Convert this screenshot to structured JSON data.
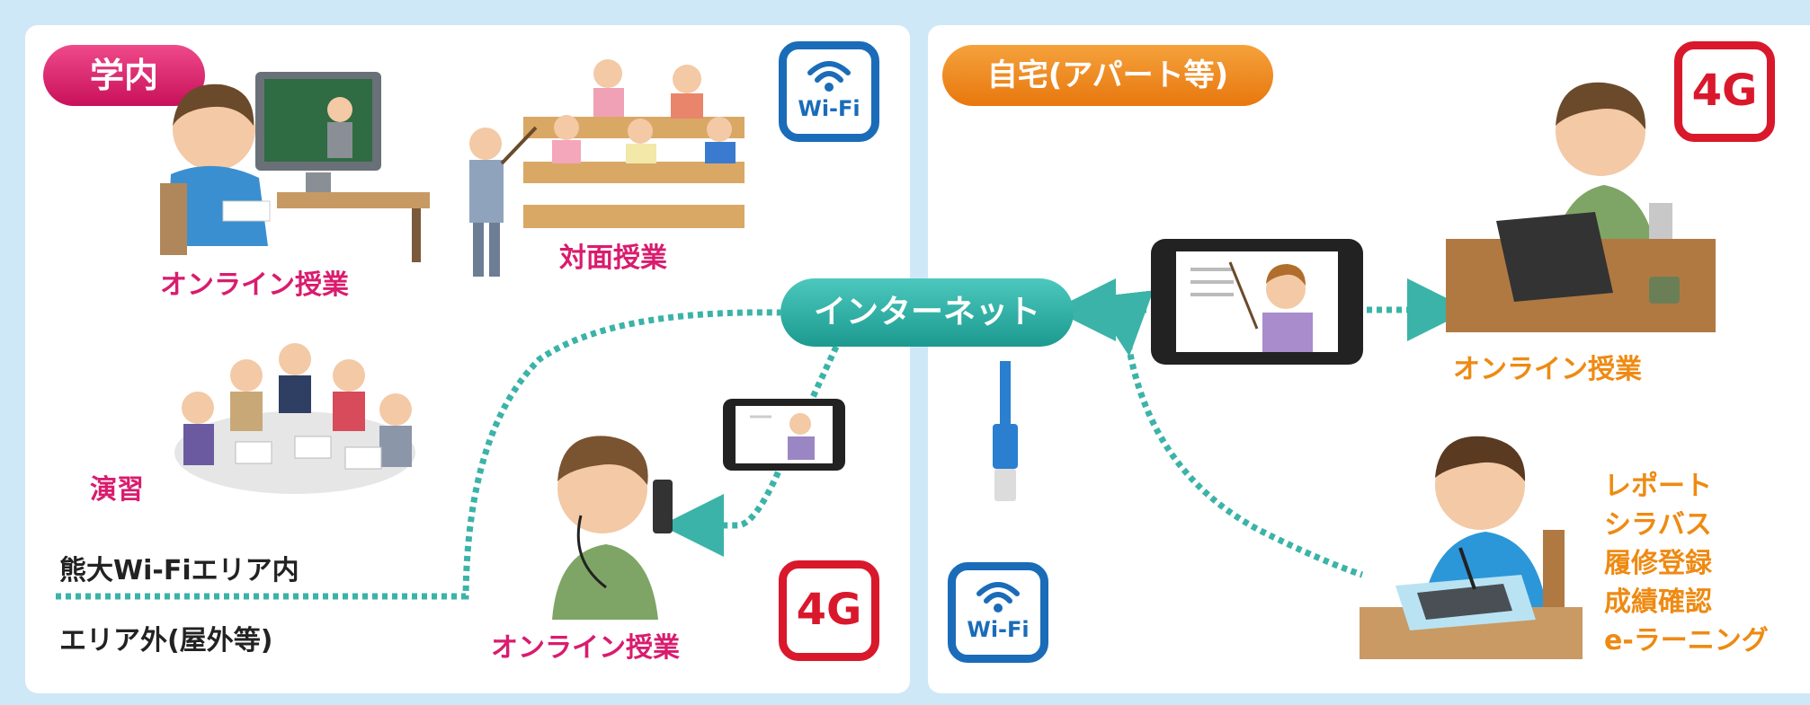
{
  "sections": {
    "campus_title": "学内",
    "home_title": "自宅(アパート等)"
  },
  "internet_label": "インターネット",
  "badges": {
    "wifi_text": "Wi-Fi",
    "fourg_text": "4G"
  },
  "labels": {
    "online_class_campus": "オンライン授業",
    "face_to_face": "対面授業",
    "exercise": "演習",
    "wifi_area_in": "熊大Wi-Fiエリア内",
    "area_outside": "エリア外(屋外等)",
    "online_class_mobile": "オンライン授業",
    "online_class_home": "オンライン授業"
  },
  "home_services": [
    "レポート",
    "シラバス",
    "履修登録",
    "成績確認",
    "e-ラーニング"
  ],
  "colors": {
    "frame": "#cfe8f7",
    "campus_pill": "#d91c6e",
    "home_pill": "#ee8a12",
    "internet_pill": "#1c9a8f",
    "wifi_blue": "#1a6cb9",
    "fourg_red": "#d9182c",
    "dotted_line": "#3bb3a8"
  }
}
